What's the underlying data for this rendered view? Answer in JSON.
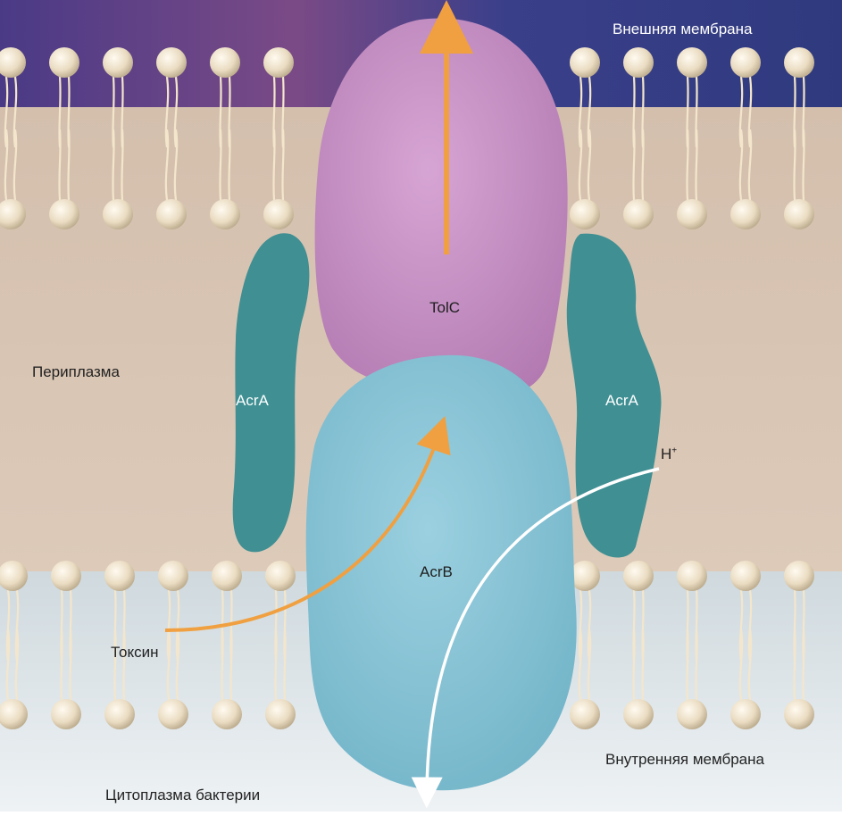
{
  "labels": {
    "outer_membrane": "Внешняя мембрана",
    "inner_membrane": "Внутренняя мембрана",
    "periplasm": "Периплазма",
    "cytoplasm": "Цитоплазма бактерии",
    "tolc": "TolC",
    "acrb": "AcrB",
    "acra_left": "AcrA",
    "acra_right": "AcrA",
    "toxin": "Токсин",
    "proton": "H",
    "proton_charge": "+"
  },
  "colors": {
    "sky_top": "#3e3f86",
    "periplasm": "#d8c5b4",
    "cytoplasm": "#dfe6ea",
    "lipid_head": "#efe3cc",
    "lipid_tail": "#f3e6cc",
    "tolc": "#c48cc2",
    "acrb": "#86c3d6",
    "acra": "#3f8f93",
    "toxin_arrow": "#f0a040",
    "proton_arrow": "#ffffff"
  },
  "icons": {
    "toxin_path": "orange-curved-arrow-icon",
    "export_path": "orange-up-arrow-icon",
    "proton_path": "white-curved-arrow-icon"
  }
}
